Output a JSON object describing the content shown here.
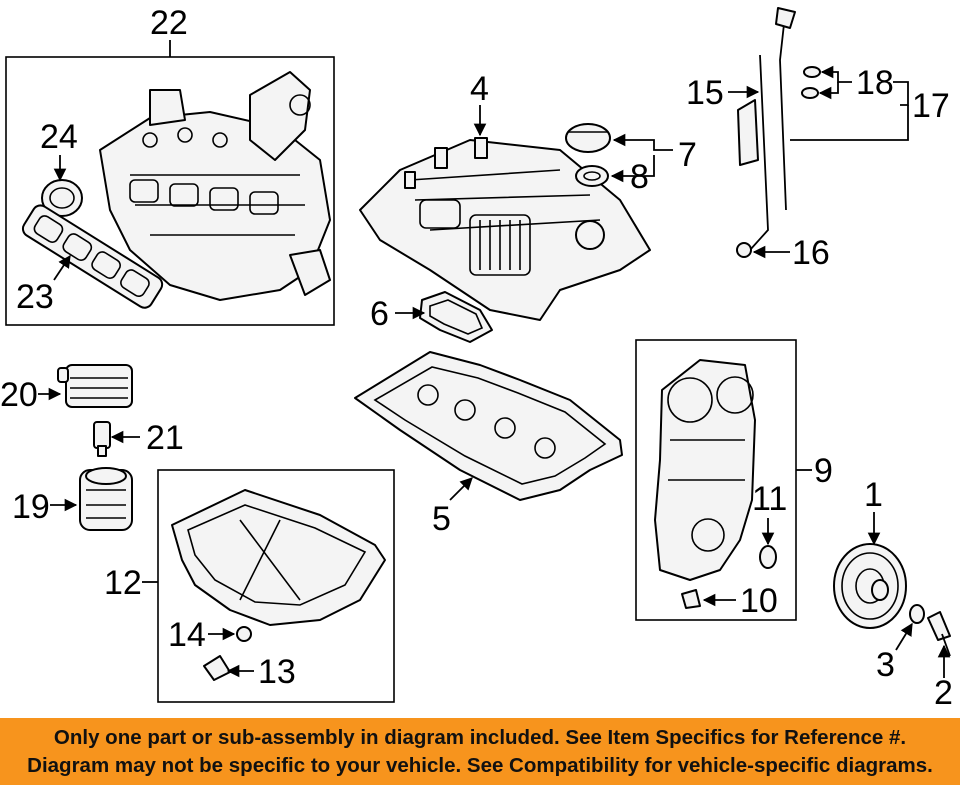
{
  "callouts": {
    "c1": "1",
    "c2": "2",
    "c3": "3",
    "c4": "4",
    "c5": "5",
    "c6": "6",
    "c7": "7",
    "c8": "8",
    "c9": "9",
    "c10": "10",
    "c11": "11",
    "c12": "12",
    "c13": "13",
    "c14": "14",
    "c15": "15",
    "c16": "16",
    "c17": "17",
    "c18": "18",
    "c19": "19",
    "c20": "20",
    "c21": "21",
    "c22": "22",
    "c23": "23",
    "c24": "24"
  },
  "banner": {
    "line1": "Only one part or sub-assembly in diagram included. See Item Specifics for Reference #.",
    "line2": "Diagram may not be specific to your vehicle. See Compatibility for vehicle-specific diagrams.",
    "color": "#f7941d"
  }
}
